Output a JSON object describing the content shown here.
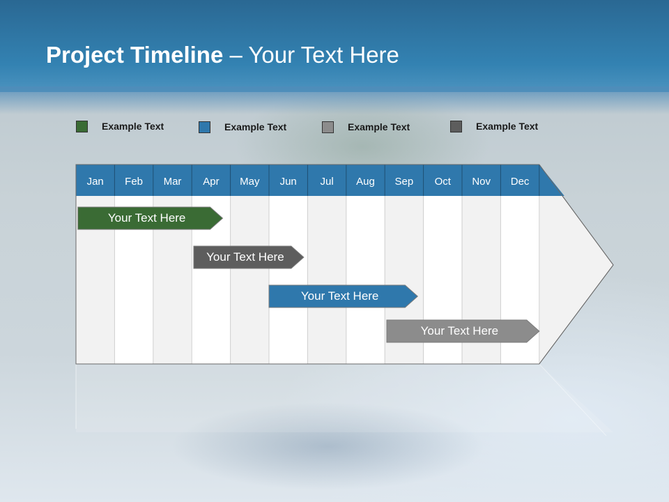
{
  "slide": {
    "title_bold": "Project Timeline",
    "title_rest": " – Your Text Here"
  },
  "legend": [
    {
      "label": "Example Text",
      "color": "#3a6b34"
    },
    {
      "label": "Example Text",
      "color": "#2f78ac"
    },
    {
      "label": "Example Text",
      "color": "#8c8c8c"
    },
    {
      "label": "Example Text",
      "color": "#5d5d5d"
    }
  ],
  "timeline": {
    "months": [
      "Jan",
      "Feb",
      "Mar",
      "Apr",
      "May",
      "Jun",
      "Jul",
      "Aug",
      "Sep",
      "Oct",
      "Nov",
      "Dec"
    ],
    "header_color": "#2f78ac",
    "tasks": [
      {
        "label": "Your  Text Here",
        "start": 0.05,
        "end": 3.8,
        "color": "#3a6b34"
      },
      {
        "label": "Your  Text Here",
        "start": 3.05,
        "end": 5.9,
        "color": "#5d5d5d"
      },
      {
        "label": "Your  Text Here",
        "start": 5.0,
        "end": 8.85,
        "color": "#2f78ac"
      },
      {
        "label": "Your  Text Here",
        "start": 8.05,
        "end": 12.0,
        "color": "#8c8c8c"
      }
    ]
  }
}
